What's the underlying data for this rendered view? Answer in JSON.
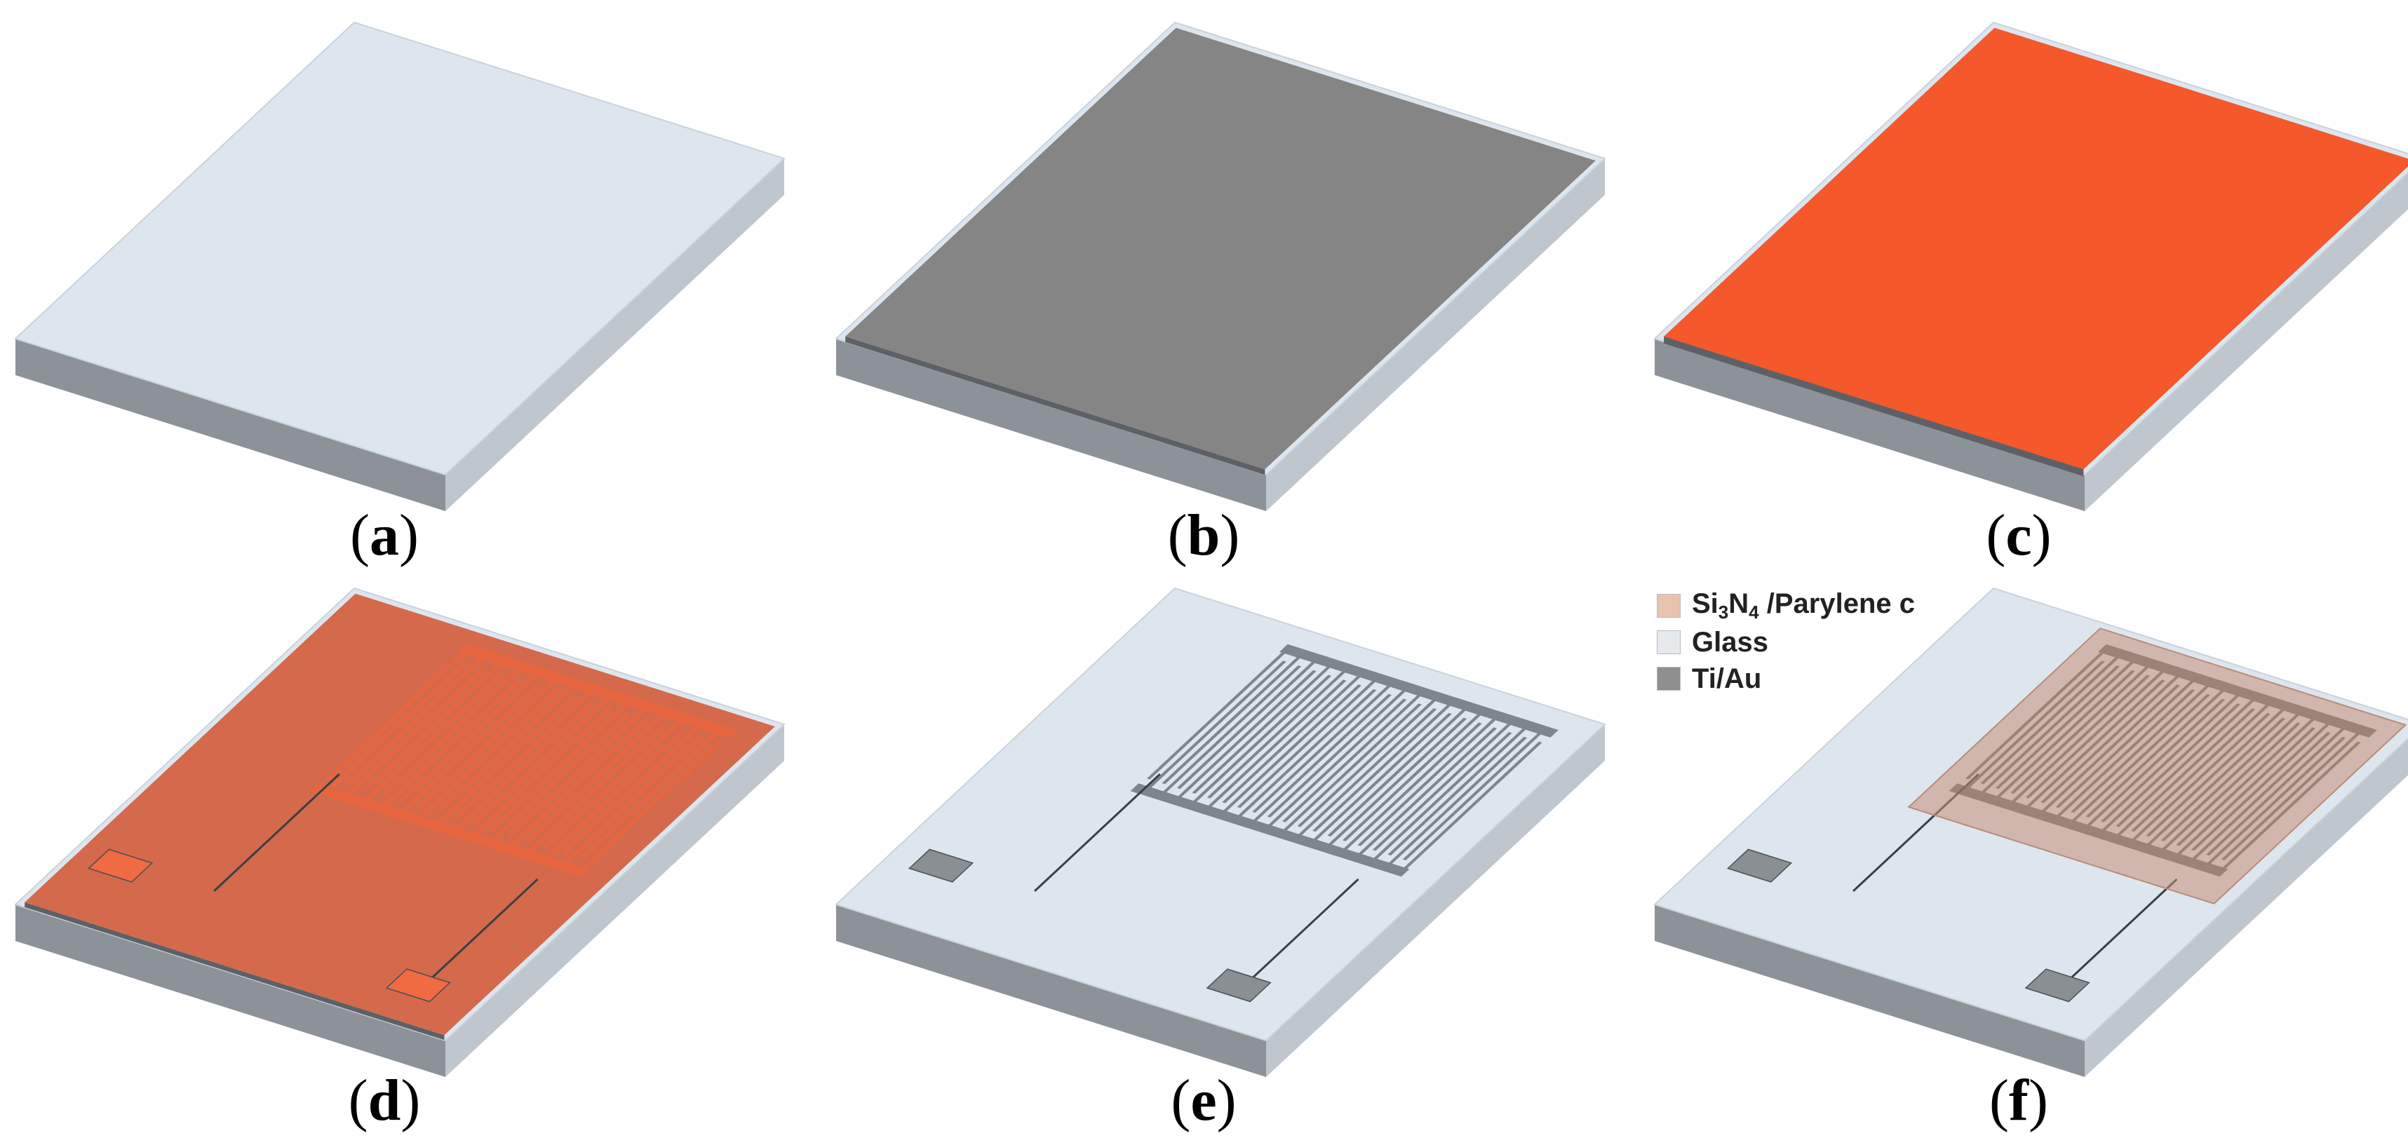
{
  "panels": [
    {
      "id": "a",
      "label": "a",
      "layer": "glass"
    },
    {
      "id": "b",
      "label": "b",
      "layer": "ti-au"
    },
    {
      "id": "c",
      "label": "c",
      "layer": "photoresist"
    },
    {
      "id": "d",
      "label": "d",
      "layer": "patterned-photoresist"
    },
    {
      "id": "e",
      "label": "e",
      "layer": "electrodes"
    },
    {
      "id": "f",
      "label": "f",
      "layer": "passivated-electrodes"
    }
  ],
  "legend": {
    "passivation": {
      "prefix": "Si",
      "sub1": "3",
      "mid": "N",
      "sub2": "4",
      "suffix": " /Parylene c"
    },
    "glass": "Glass",
    "metal": "Ti/Au"
  },
  "colors": {
    "glass_top": "#dde6ee",
    "glass_side_front": "#8d9298",
    "glass_side_right": "#bfc6cd",
    "metal": "#858585",
    "photoresist": "#f4582b",
    "photoresist_patterned": "#d46a4b",
    "passivation": "#c48e78",
    "legend_passivation": "#e8c4b0",
    "legend_glass": "#e6eaed",
    "legend_metal": "#8f8f8f"
  }
}
